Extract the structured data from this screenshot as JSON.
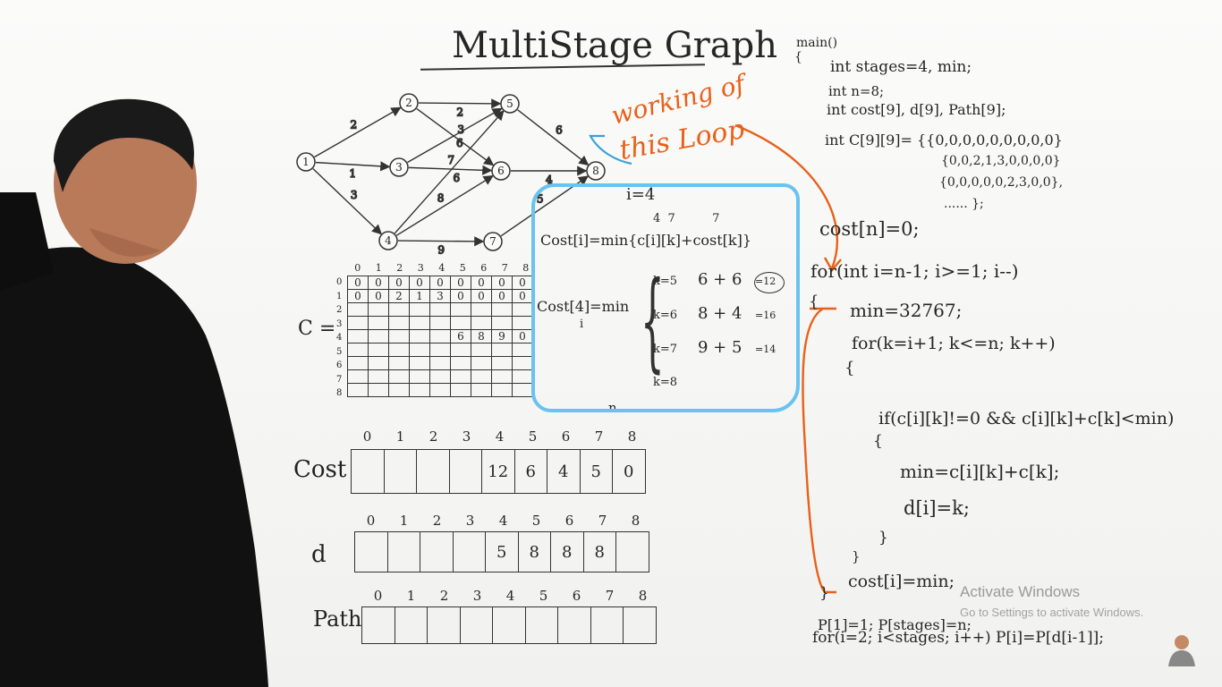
{
  "title": "MultiStage Graph",
  "graph": {
    "nodes": [
      "1",
      "2",
      "3",
      "4",
      "5",
      "6",
      "7",
      "8"
    ],
    "edges": [
      {
        "from": "1",
        "to": "2",
        "w": "2"
      },
      {
        "from": "1",
        "to": "3",
        "w": "1"
      },
      {
        "from": "1",
        "to": "4",
        "w": "3"
      },
      {
        "from": "2",
        "to": "5",
        "w": "2"
      },
      {
        "from": "2",
        "to": "6",
        "w": "3"
      },
      {
        "from": "3",
        "to": "5",
        "w": "6"
      },
      {
        "from": "3",
        "to": "6",
        "w": "7"
      },
      {
        "from": "4",
        "to": "5",
        "w": "6"
      },
      {
        "from": "4",
        "to": "6",
        "w": "8"
      },
      {
        "from": "4",
        "to": "7",
        "w": "9"
      },
      {
        "from": "5",
        "to": "8",
        "w": "6"
      },
      {
        "from": "6",
        "to": "8",
        "w": "4"
      },
      {
        "from": "7",
        "to": "8",
        "w": "5"
      }
    ]
  },
  "c_matrix": {
    "label": "C =",
    "col_headers": [
      "0",
      "1",
      "2",
      "3",
      "4",
      "5",
      "6",
      "7",
      "8"
    ],
    "row_headers": [
      "0",
      "1",
      "2",
      "3",
      "4",
      "5",
      "6",
      "7",
      "8"
    ],
    "rows": [
      [
        "0",
        "0",
        "0",
        "0",
        "0",
        "0",
        "0",
        "0",
        "0"
      ],
      [
        "0",
        "0",
        "2",
        "1",
        "3",
        "0",
        "0",
        "0",
        "0"
      ],
      [
        "",
        "",
        "",
        "",
        "",
        "",
        "",
        "",
        ""
      ],
      [
        "",
        "",
        "",
        "",
        "",
        "",
        "",
        "",
        ""
      ],
      [
        "",
        "",
        "",
        "",
        "",
        "6",
        "8",
        "9",
        "0"
      ],
      [
        "",
        "",
        "",
        "",
        "",
        "",
        "",
        "",
        ""
      ],
      [
        "",
        "",
        "",
        "",
        "",
        "",
        "",
        "",
        ""
      ],
      [
        "",
        "",
        "",
        "",
        "",
        "",
        "",
        "",
        ""
      ],
      [
        "",
        "",
        "",
        "",
        "",
        "",
        "",
        "",
        ""
      ]
    ]
  },
  "n_label": "n",
  "cost_array": {
    "label": "Cost",
    "indices": [
      "0",
      "1",
      "2",
      "3",
      "4",
      "5",
      "6",
      "7",
      "8"
    ],
    "values": [
      "",
      "",
      "",
      "",
      "12",
      "6",
      "4",
      "5",
      "0"
    ]
  },
  "d_array": {
    "label": "d",
    "indices": [
      "0",
      "1",
      "2",
      "3",
      "4",
      "5",
      "6",
      "7",
      "8"
    ],
    "values": [
      "",
      "",
      "",
      "",
      "5",
      "8",
      "8",
      "8",
      ""
    ]
  },
  "path_array": {
    "label": "Path",
    "indices": [
      "0",
      "1",
      "2",
      "3",
      "4",
      "5",
      "6",
      "7",
      "8"
    ],
    "values": [
      "",
      "",
      "",
      "",
      "",
      "",
      "",
      "",
      ""
    ]
  },
  "annotation": {
    "line1": "working of",
    "line2": "this Loop"
  },
  "worked": {
    "i_eq": "i=4",
    "top_idx": "4  7          7",
    "formula": "Cost[i]=min{c[i][k]+cost[k]}",
    "cost4": "Cost[4]=min",
    "i_under": "i",
    "rows": [
      {
        "k": "k=5",
        "expr": "6 + 6",
        "res": "=12"
      },
      {
        "k": "k=6",
        "expr": "8 + 4",
        "res": "=16"
      },
      {
        "k": "k=7",
        "expr": "9 + 5",
        "res": "=14"
      },
      {
        "k": "k=8",
        "expr": "",
        "res": ""
      }
    ]
  },
  "code": {
    "lines": [
      "main()",
      "{",
      "int stages=4, min;",
      "int n=8;",
      "int cost[9], d[9], Path[9];",
      "int C[9][9]= {{0,0,0,0,0,0,0,0,0}",
      "{0,0,2,1,3,0,0,0,0}",
      "{0,0,0,0,0,2,3,0,0},",
      "...... };",
      "cost[n]=0;",
      "for(int i=n-1; i>=1; i--)",
      "{",
      "min=32767;",
      "for(k=i+1; k<=n; k++)",
      "{",
      "if(c[i][k]!=0 && c[i][k]+c[k]<min)",
      "{",
      "min=c[i][k]+c[k];",
      "d[i]=k;",
      "}",
      "}",
      "cost[i]=min;",
      "}",
      "P[1]=1; P[stages]=n;",
      "for(i=2; i<stages; i++) P[i]=P[d[i-1]];"
    ]
  },
  "watermark": {
    "title": "Activate Windows",
    "subtitle": "Go to Settings to activate Windows."
  },
  "colors": {
    "board": "#f4f4f2",
    "ink": "#262626",
    "highlight_box": "#69c3ee",
    "annotation": "#e8611a"
  }
}
